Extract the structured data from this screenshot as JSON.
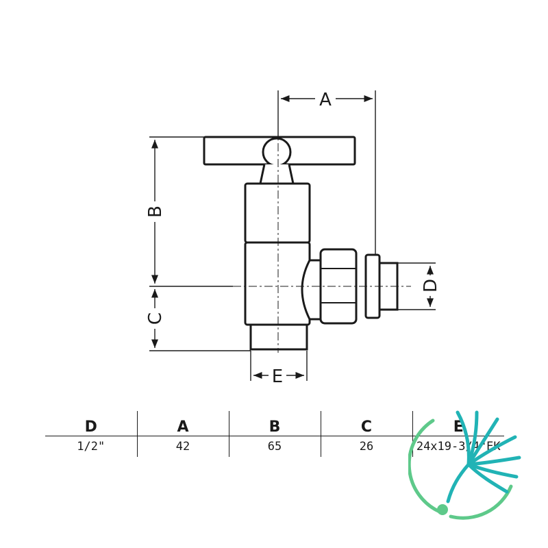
{
  "diagram": {
    "dimension_labels": {
      "a": "A",
      "b": "B",
      "c": "C",
      "d": "D",
      "e": "E"
    }
  },
  "spec_table": {
    "headers": [
      "D",
      "A",
      "B",
      "C",
      "E"
    ],
    "row": [
      "1/2\"",
      "42",
      "65",
      "26",
      "24x19-3/4\"EK"
    ]
  },
  "colors": {
    "line": "#1a1a1a",
    "watermark_green": "#5ec98a",
    "watermark_teal": "#21b3b5"
  }
}
